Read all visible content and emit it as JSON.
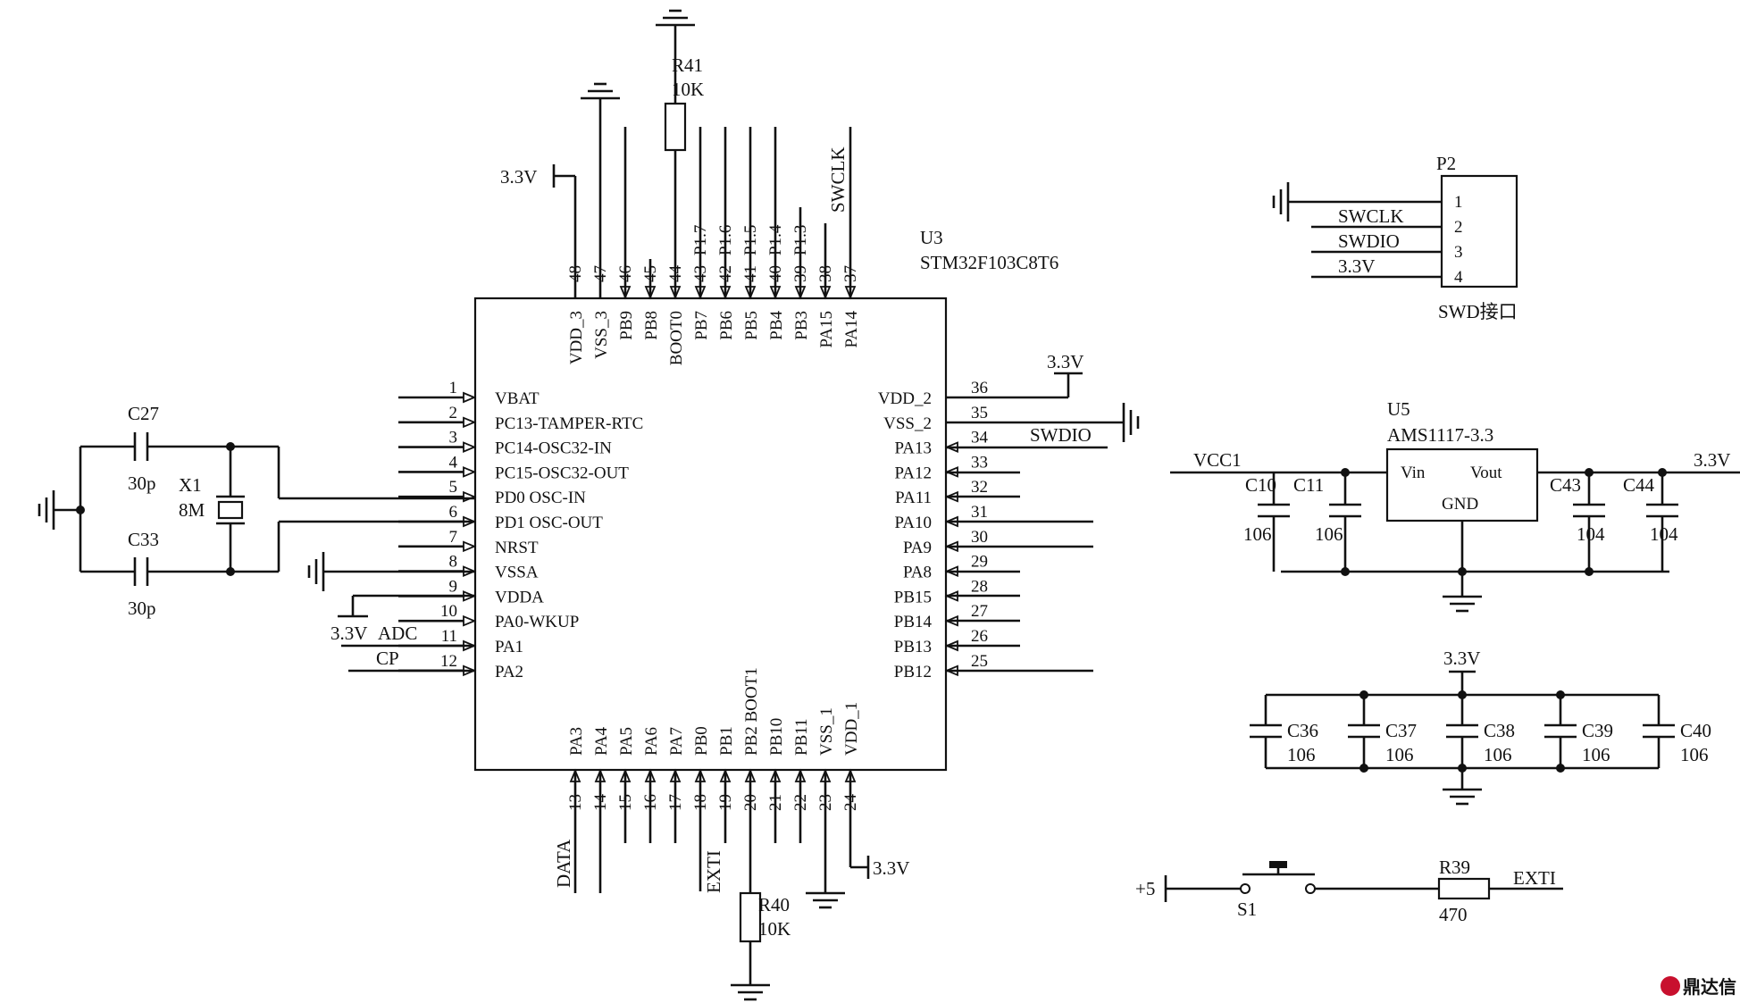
{
  "u3": {
    "ref": "U3",
    "part": "STM32F103C8T6",
    "left_pins": [
      {
        "num": "1",
        "name": "VBAT"
      },
      {
        "num": "2",
        "name": "PC13-TAMPER-RTC"
      },
      {
        "num": "3",
        "name": "PC14-OSC32-IN"
      },
      {
        "num": "4",
        "name": "PC15-OSC32-OUT"
      },
      {
        "num": "5",
        "name": "PD0 OSC-IN"
      },
      {
        "num": "6",
        "name": "PD1 OSC-OUT"
      },
      {
        "num": "7",
        "name": "NRST"
      },
      {
        "num": "8",
        "name": "VSSA"
      },
      {
        "num": "9",
        "name": "VDDA"
      },
      {
        "num": "10",
        "name": "PA0-WKUP"
      },
      {
        "num": "11",
        "name": "PA1"
      },
      {
        "num": "12",
        "name": "PA2"
      }
    ],
    "right_pins": [
      {
        "num": "36",
        "name": "VDD_2"
      },
      {
        "num": "35",
        "name": "VSS_2"
      },
      {
        "num": "34",
        "name": "PA13"
      },
      {
        "num": "33",
        "name": "PA12"
      },
      {
        "num": "32",
        "name": "PA11"
      },
      {
        "num": "31",
        "name": "PA10"
      },
      {
        "num": "30",
        "name": "PA9"
      },
      {
        "num": "29",
        "name": "PA8"
      },
      {
        "num": "28",
        "name": "PB15"
      },
      {
        "num": "27",
        "name": "PB14"
      },
      {
        "num": "26",
        "name": "PB13"
      },
      {
        "num": "25",
        "name": "PB12"
      }
    ],
    "top_pins": [
      {
        "num": "48",
        "name": "VDD_3",
        "net": ""
      },
      {
        "num": "47",
        "name": "VSS_3",
        "net": ""
      },
      {
        "num": "46",
        "name": "PB9",
        "net": ""
      },
      {
        "num": "45",
        "name": "PB8",
        "net": ""
      },
      {
        "num": "44",
        "name": "BOOT0",
        "net": ""
      },
      {
        "num": "43",
        "name": "PB7",
        "net": "P1.7"
      },
      {
        "num": "42",
        "name": "PB6",
        "net": "P1.6"
      },
      {
        "num": "41",
        "name": "PB5",
        "net": "P1.5"
      },
      {
        "num": "40",
        "name": "PB4",
        "net": "P1.4"
      },
      {
        "num": "39",
        "name": "PB3",
        "net": "P1.3"
      },
      {
        "num": "38",
        "name": "PA15",
        "net": ""
      },
      {
        "num": "37",
        "name": "PA14",
        "net": ""
      }
    ],
    "bottom_pins": [
      {
        "num": "13",
        "name": "PA3"
      },
      {
        "num": "14",
        "name": "PA4"
      },
      {
        "num": "15",
        "name": "PA5"
      },
      {
        "num": "16",
        "name": "PA6"
      },
      {
        "num": "17",
        "name": "PA7"
      },
      {
        "num": "18",
        "name": "PB0"
      },
      {
        "num": "19",
        "name": "PB1"
      },
      {
        "num": "20",
        "name": "PB2 BOOT1"
      },
      {
        "num": "21",
        "name": "PB10"
      },
      {
        "num": "22",
        "name": "PB11"
      },
      {
        "num": "23",
        "name": "VSS_1"
      },
      {
        "num": "24",
        "name": "VDD_1"
      }
    ]
  },
  "nets": {
    "v33": "3.3V",
    "swclk": "SWCLK",
    "swdio": "SWDIO",
    "adc": "ADC",
    "cp": "CP",
    "data": "DATA",
    "exti": "EXTI",
    "vcc1": "VCC1",
    "plus5": "+5"
  },
  "r41": {
    "ref": "R41",
    "value": "10K"
  },
  "r40": {
    "ref": "R40",
    "value": "10K"
  },
  "r39": {
    "ref": "R39",
    "value": "470"
  },
  "crystal": {
    "ref": "X1",
    "value": "8M"
  },
  "c27": {
    "ref": "C27",
    "value": "30p"
  },
  "c33": {
    "ref": "C33",
    "value": "30p"
  },
  "p2": {
    "ref": "P2",
    "caption": "SWD接口",
    "pins": [
      {
        "num": "1",
        "net": ""
      },
      {
        "num": "2",
        "net": "SWCLK"
      },
      {
        "num": "3",
        "net": "SWDIO"
      },
      {
        "num": "4",
        "net": "3.3V"
      }
    ]
  },
  "u5": {
    "ref": "U5",
    "part": "AMS1117-3.3",
    "vin": "Vin",
    "vout": "Vout",
    "gnd": "GND"
  },
  "reg_caps": [
    {
      "ref": "C10",
      "value": "106"
    },
    {
      "ref": "C11",
      "value": "106"
    },
    {
      "ref": "C43",
      "value": "104"
    },
    {
      "ref": "C44",
      "value": "104"
    }
  ],
  "decouple_caps": [
    {
      "ref": "C36",
      "value": "106"
    },
    {
      "ref": "C37",
      "value": "106"
    },
    {
      "ref": "C38",
      "value": "106"
    },
    {
      "ref": "C39",
      "value": "106"
    },
    {
      "ref": "C40",
      "value": "106"
    }
  ],
  "switch": {
    "ref": "S1"
  },
  "watermark": "鼎达信"
}
